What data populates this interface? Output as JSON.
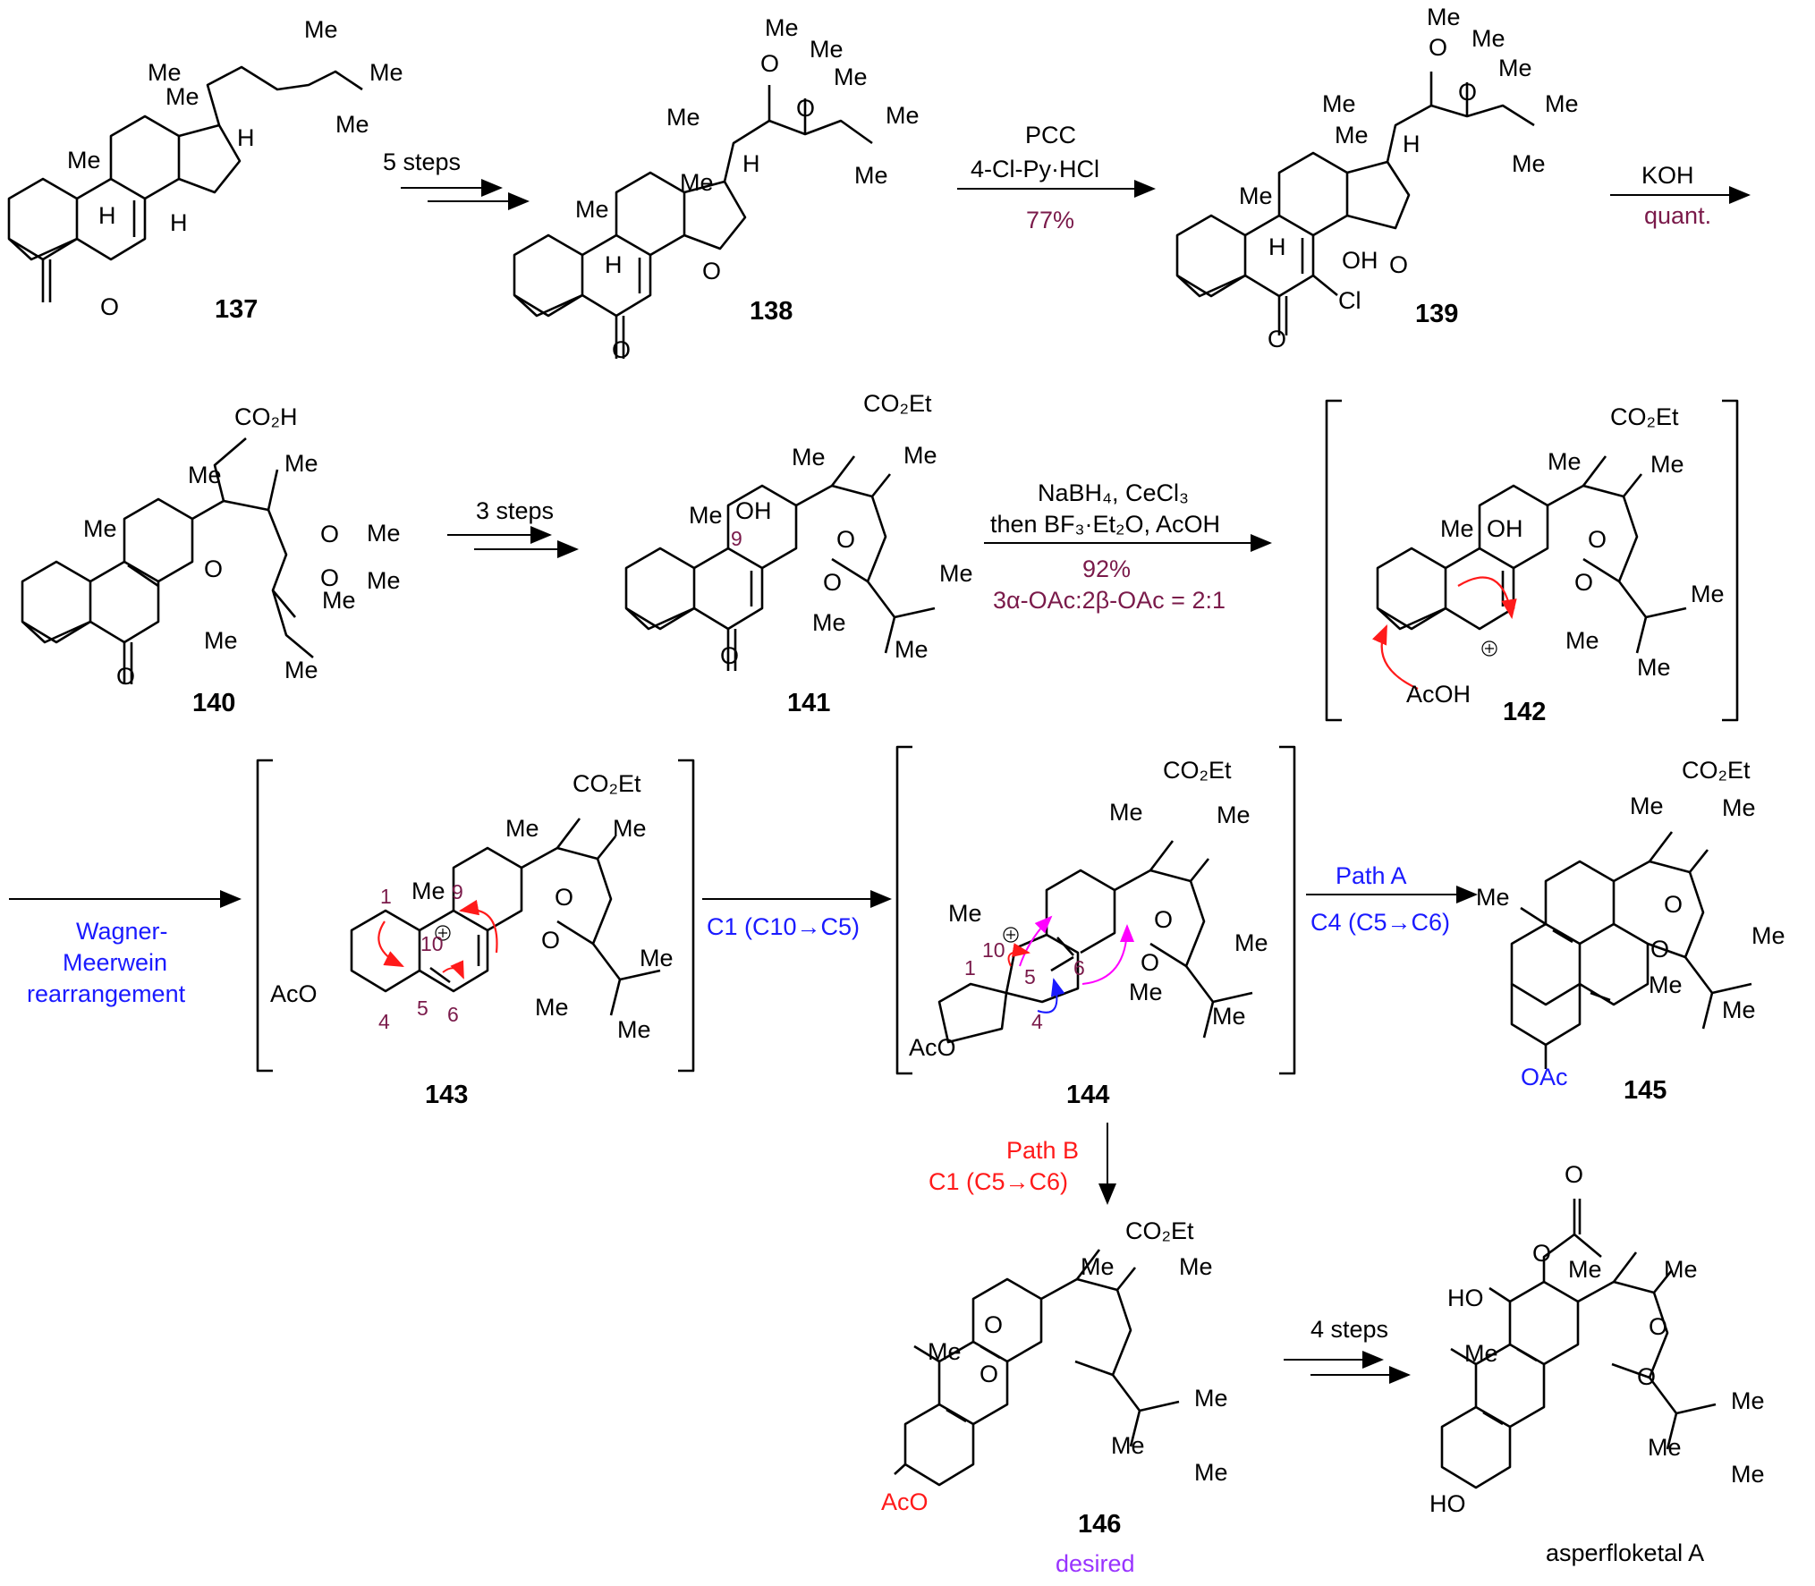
{
  "compounds": {
    "c137": "137",
    "c138": "138",
    "c139": "139",
    "c140": "140",
    "c141": "141",
    "c142": "142",
    "c143": "143",
    "c144": "144",
    "c145": "145",
    "c146": "146",
    "target": "asperfloketal A"
  },
  "annotations": {
    "desired": "desired"
  },
  "steps": {
    "s1": {
      "label": "5 steps"
    },
    "s2": {
      "reagent1": "PCC",
      "reagent2": "4-Cl-Py·HCl",
      "yield": "77%"
    },
    "s3": {
      "reagent": "KOH",
      "yield": "quant."
    },
    "s4": {
      "label": "3 steps"
    },
    "s5": {
      "reagent1": "NaBH₄, CeCl₃",
      "reagent2": "then BF₃·Et₂O, AcOH",
      "yield": "92%",
      "ratio": "3α-OAc:2β-OAc = 2:1"
    },
    "s6": {
      "line1": "Wagner-",
      "line2": "Meerwein",
      "line3": "rearrangement"
    },
    "s7": {
      "label": "C1 (C10→C5)"
    },
    "s8": {
      "path": "Path A",
      "detail": "C4 (C5→C6)"
    },
    "s9": {
      "path": "Path B",
      "detail": "C1 (C5→C6)"
    },
    "s10": {
      "label": "4 steps"
    }
  },
  "atoms": {
    "Me": "Me",
    "H": "H",
    "O": "O",
    "OH": "OH",
    "Cl": "Cl",
    "CO2H": "CO₂H",
    "CO2Et": "CO₂Et",
    "AcO": "AcO",
    "OAc": "OAc",
    "AcOH": "AcOH",
    "HO": "HO"
  },
  "numbering": {
    "n1": "1",
    "n4": "4",
    "n5": "5",
    "n6": "6",
    "n9": "9",
    "n10": "10"
  },
  "colors": {
    "yield": "#7a1a4a",
    "blue": "#1a1aff",
    "red": "#ff1a1a",
    "purple": "#9933ff",
    "magenta": "#ff00ff"
  }
}
